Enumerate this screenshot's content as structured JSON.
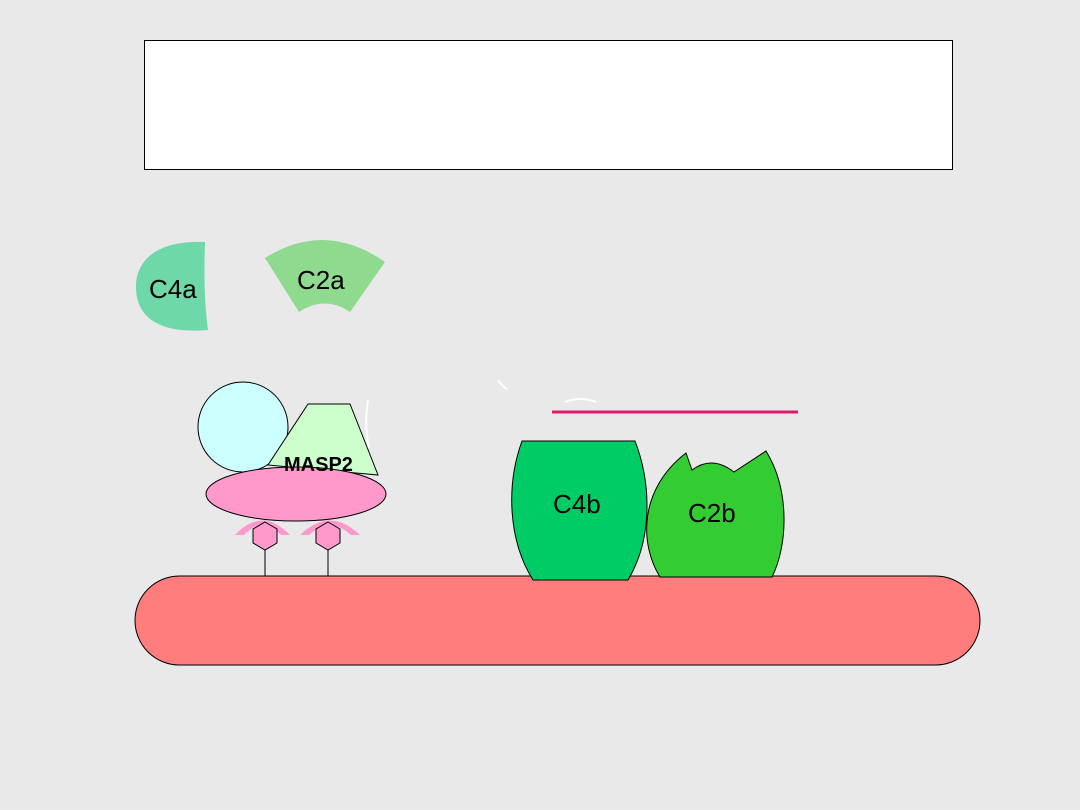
{
  "title": "",
  "labels": {
    "c4a": "C4a",
    "c2a": "C2a",
    "masp2": "MASP2",
    "c4b": "C4b",
    "c2b": "C2b"
  },
  "colors": {
    "background": "#e9e9e9",
    "membrane": "#ff7d7d",
    "c4a": "#6fd8a8",
    "c2a": "#8fda8f",
    "c4b": "#00cc66",
    "c2b": "#33cc33",
    "masp2": "#ccffcc",
    "mbl_head": "#ccffff",
    "mbl_body": "#ff99cc",
    "bond_line": "#e0186e"
  }
}
